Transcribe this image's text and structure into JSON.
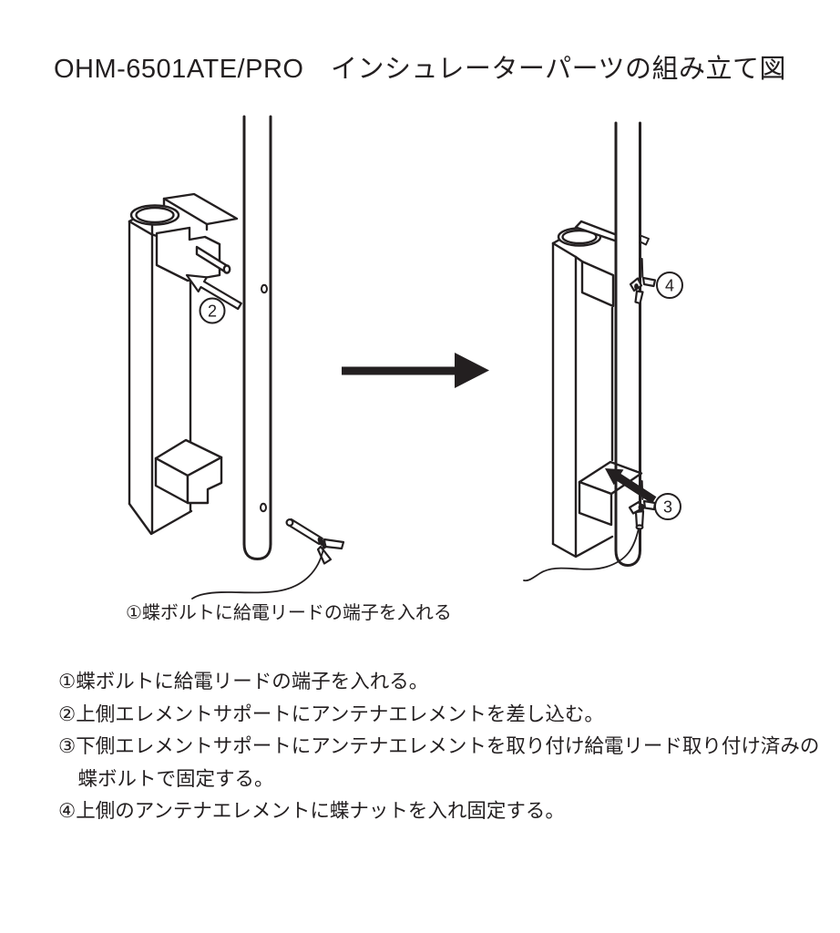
{
  "page": {
    "title": "OHM-6501ATE/PRO　インシュレーターパーツの組み立て図",
    "background_color": "#ffffff",
    "line_color": "#231f20"
  },
  "figure": {
    "left_panel": {
      "description": "insulator-with-separate-element-and-wing-bolt",
      "step_badge_insert_element": "2",
      "caption": "①蝶ボルトに給電リードの端子を入れる"
    },
    "transition": {
      "icon": "right-arrow-icon"
    },
    "right_panel": {
      "description": "assembled-insulator-with-element",
      "step_badge_wing_nut": "4",
      "step_badge_lower_element": "3"
    }
  },
  "instructions": {
    "lines": [
      "①蝶ボルトに給電リードの端子を入れる。",
      "②上側エレメントサポートにアンテナエレメントを差し込む。",
      "③下側エレメントサポートにアンテナエレメントを取り付け給電リード取り付け済みの",
      "　蝶ボルトで固定する。",
      "④上側のアンテナエレメントに蝶ナットを入れ固定する。"
    ]
  }
}
